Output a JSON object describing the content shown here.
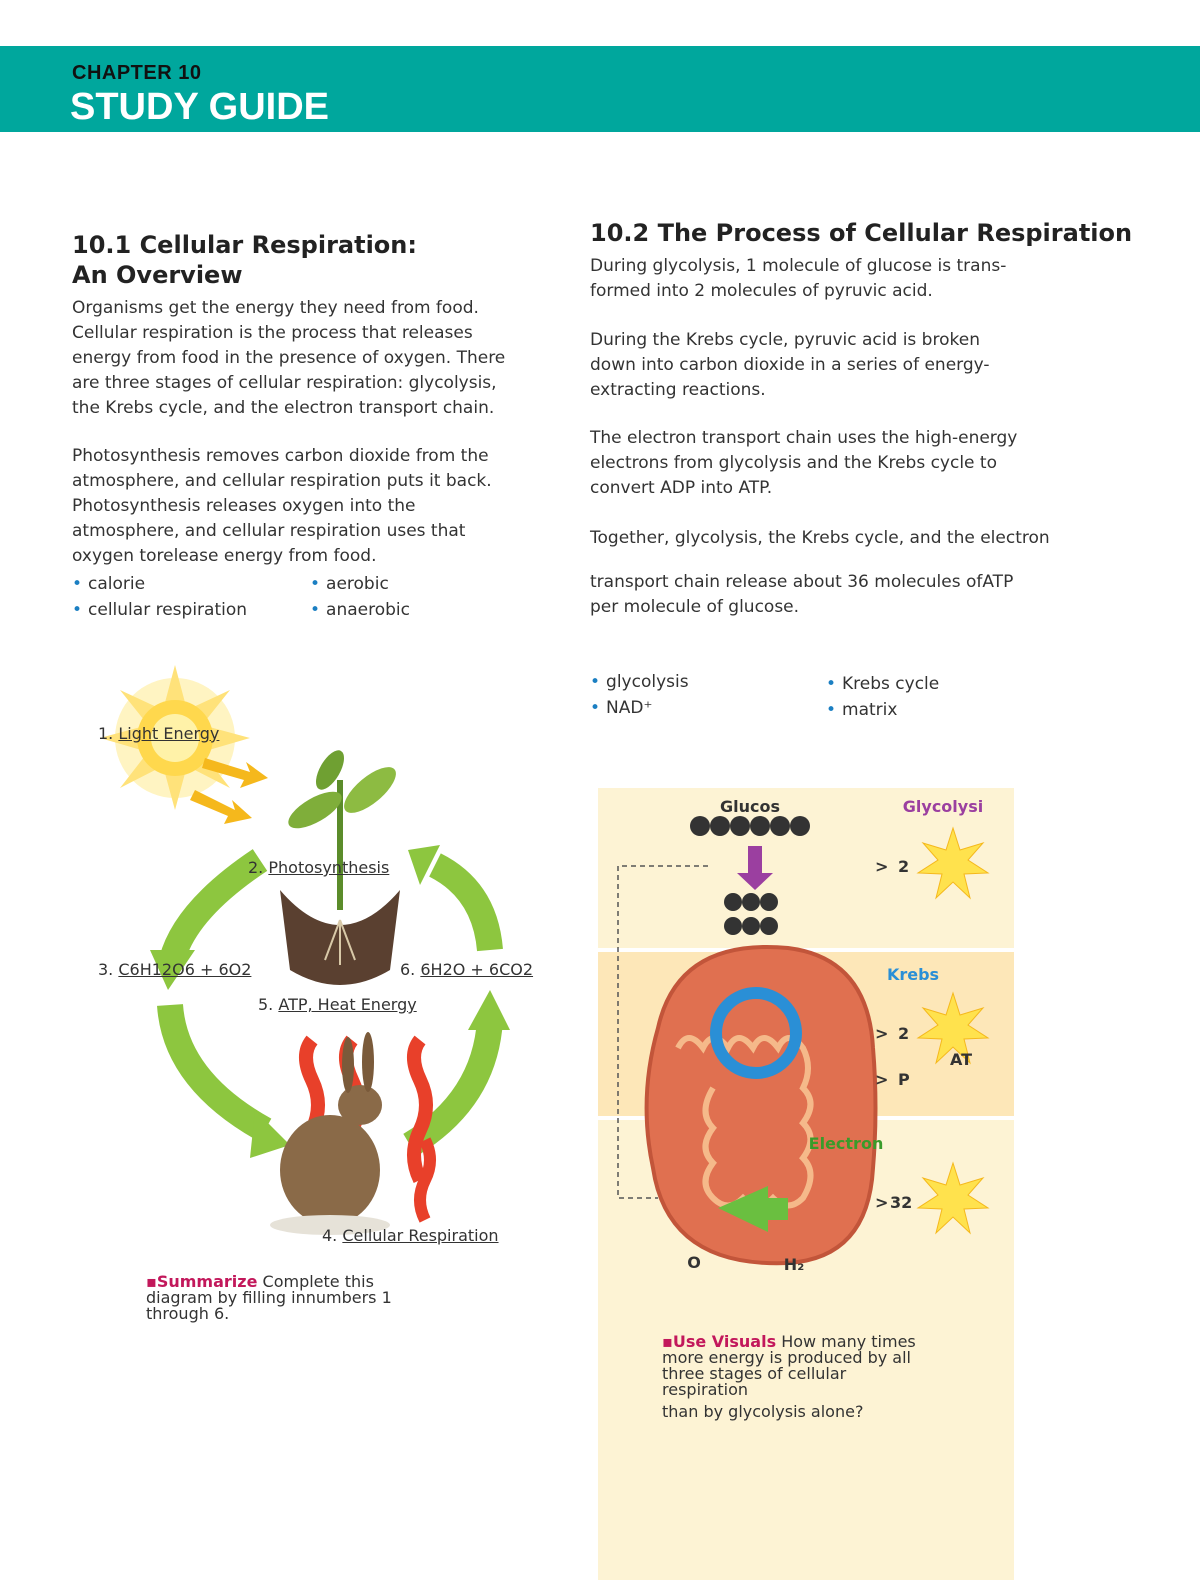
{
  "header": {
    "chapter": "CHAPTER 10",
    "title": "STUDY GUIDE"
  },
  "section1": {
    "heading_line1": "10.1 Cellular Respiration:",
    "heading_line2": "An Overview",
    "paragraph1": [
      "Organisms get the energy they need from food.",
      "Cellular respiration is the process that releases",
      "energy from food in the presence of oxygen. There",
      "are three stages of cellular respiration: glycolysis,",
      "the Krebs cycle, and the electron transport chain."
    ],
    "paragraph2": [
      "Photosynthesis removes carbon dioxide from the",
      "atmosphere, and cellular respiration puts it back.",
      "Photosynthesis releases oxygen into the",
      "atmosphere, and cellular respiration uses that",
      "oxygen torelease energy from food."
    ],
    "vocab": [
      "calorie",
      "aerobic",
      "cellular respiration",
      "anaerobic"
    ],
    "diagram": {
      "label1_num": "1.",
      "label1": "Light Energy",
      "label2_num": "2.",
      "label2": "Photosynthesis",
      "label3_num": "3.",
      "label3": "C6H12O6 + 6O2",
      "label4_num": "4.",
      "label4": "Cellular Respiration",
      "label5_num": "5.",
      "label5": "ATP, Heat Energy",
      "label6_num": "6.",
      "label6": "6H2O + 6CO2"
    },
    "note": {
      "keyword": "Summarize",
      "text_line1": "Complete this",
      "text_line2": "diagram by filling innumbers 1",
      "text_line3": "through 6."
    }
  },
  "section2": {
    "heading": "10.2 The Process of Cellular Respiration",
    "paragraph1": [
      "During glycolysis, 1 molecule of glucose is trans-",
      "formed into 2 molecules of pyruvic acid."
    ],
    "paragraph2": [
      "During the Krebs cycle, pyruvic acid is broken",
      "down into carbon dioxide in a series of energy-",
      "extracting reactions."
    ],
    "paragraph3": [
      "The electron transport chain uses the high-energy",
      "electrons from glycolysis and the Krebs cycle to",
      "convert ADP into ATP."
    ],
    "paragraph4": [
      "Together, glycolysis, the Krebs cycle, and the electron"
    ],
    "paragraph5": [
      "transport chain release about 36 molecules ofATP",
      "per molecule of glucose."
    ],
    "vocab": [
      "glycolysis",
      "Krebs cycle",
      "NAD⁺",
      "matrix"
    ],
    "diagram": {
      "glucose": "Glucos",
      "glycolysis": "Glycolysi",
      "krebs": "Krebs",
      "electron": "Electron",
      "glyco_out": "2",
      "krebs_out": "2",
      "krebs_atp": "AT",
      "krebs_p": "P",
      "electron_out": "32",
      "o_label": "O",
      "h_label": "H₂"
    },
    "note": {
      "keyword": "Use Visuals",
      "text_line1": "How many times",
      "text_line2": "more energy is produced by all",
      "text_line3": "three stages of cellular",
      "text_line4": "respiration",
      "text_line5": "than by glycolysis alone?"
    }
  },
  "colors": {
    "banner": "#00a79d",
    "bullet": "#1b7fc2",
    "keyword": "#c2185b",
    "arrow_green": "#8dc63f",
    "glycolysis": "#9b3fa0",
    "krebs": "#2a8fd6",
    "electron": "#3a9b2a"
  }
}
